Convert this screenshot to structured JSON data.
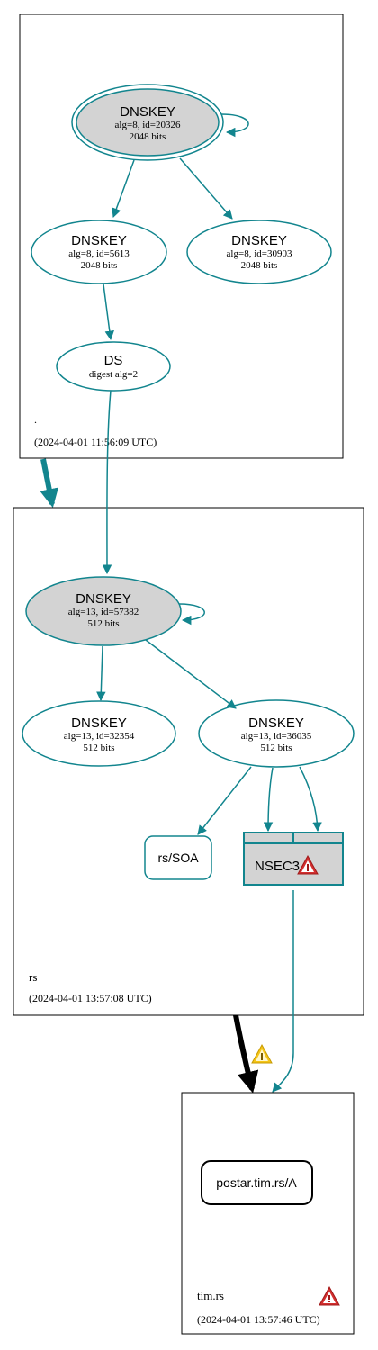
{
  "colors": {
    "edge": "#12858e",
    "node_fill_ksk": "#d3d3d3",
    "node_stroke": "#12858e",
    "zone_border": "#000000",
    "warning_red": "#d32f2f",
    "warning_yellow": "#f5c518"
  },
  "zones": {
    "root": {
      "name": ".",
      "timestamp": "(2024-04-01 11:56:09 UTC)",
      "nodes": {
        "ksk": {
          "title": "DNSKEY",
          "line1": "alg=8, id=20326",
          "line2": "2048 bits"
        },
        "zsk1": {
          "title": "DNSKEY",
          "line1": "alg=8, id=5613",
          "line2": "2048 bits"
        },
        "zsk2": {
          "title": "DNSKEY",
          "line1": "alg=8, id=30903",
          "line2": "2048 bits"
        },
        "ds": {
          "title": "DS",
          "line1": "digest alg=2"
        }
      }
    },
    "rs": {
      "name": "rs",
      "timestamp": "(2024-04-01 13:57:08 UTC)",
      "nodes": {
        "ksk": {
          "title": "DNSKEY",
          "line1": "alg=13, id=57382",
          "line2": "512 bits"
        },
        "zsk1": {
          "title": "DNSKEY",
          "line1": "alg=13, id=32354",
          "line2": "512 bits"
        },
        "zsk2": {
          "title": "DNSKEY",
          "line1": "alg=13, id=36035",
          "line2": "512 bits"
        },
        "soa": {
          "label": "rs/SOA"
        },
        "nsec3": {
          "label": "NSEC3",
          "icon": "warning-red-icon"
        }
      }
    },
    "timrs": {
      "name": "tim.rs",
      "timestamp": "(2024-04-01 13:57:46 UTC)",
      "icon": "warning-red-icon",
      "nodes": {
        "rrset": {
          "label": "postar.tim.rs/A"
        }
      }
    }
  },
  "delegation_warning_icon": "warning-yellow-icon"
}
